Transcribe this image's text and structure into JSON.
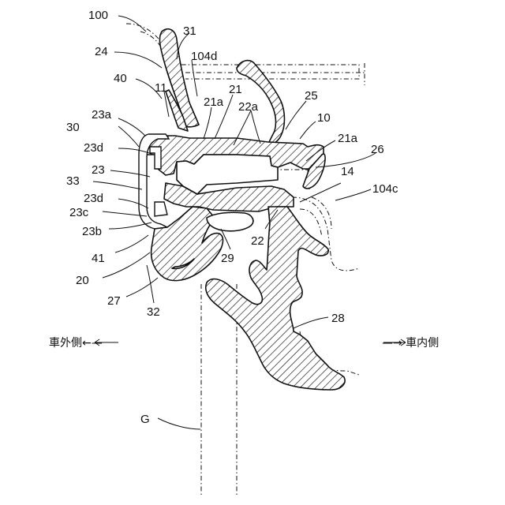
{
  "figure": {
    "labels": {
      "l100": "100",
      "l31": "31",
      "l24": "24",
      "l104d": "104d",
      "l40": "40",
      "l11": "11",
      "l21": "21",
      "l21a_top": "21a",
      "l22a": "22a",
      "l25": "25",
      "l10": "10",
      "l23a": "23a",
      "l30": "30",
      "l21a_right": "21a",
      "l26": "26",
      "l23d_top": "23d",
      "l14": "14",
      "l23": "23",
      "l104c": "104c",
      "l33": "33",
      "l23d_bottom": "23d",
      "l23c": "23c",
      "l23b": "23b",
      "l22": "22",
      "l29": "29",
      "l41": "41",
      "l20": "20",
      "l27": "27",
      "l32": "32",
      "l28": "28",
      "lG": "G"
    },
    "directions": {
      "outside": "車外側←—",
      "inside": "—→ 車内側"
    }
  }
}
